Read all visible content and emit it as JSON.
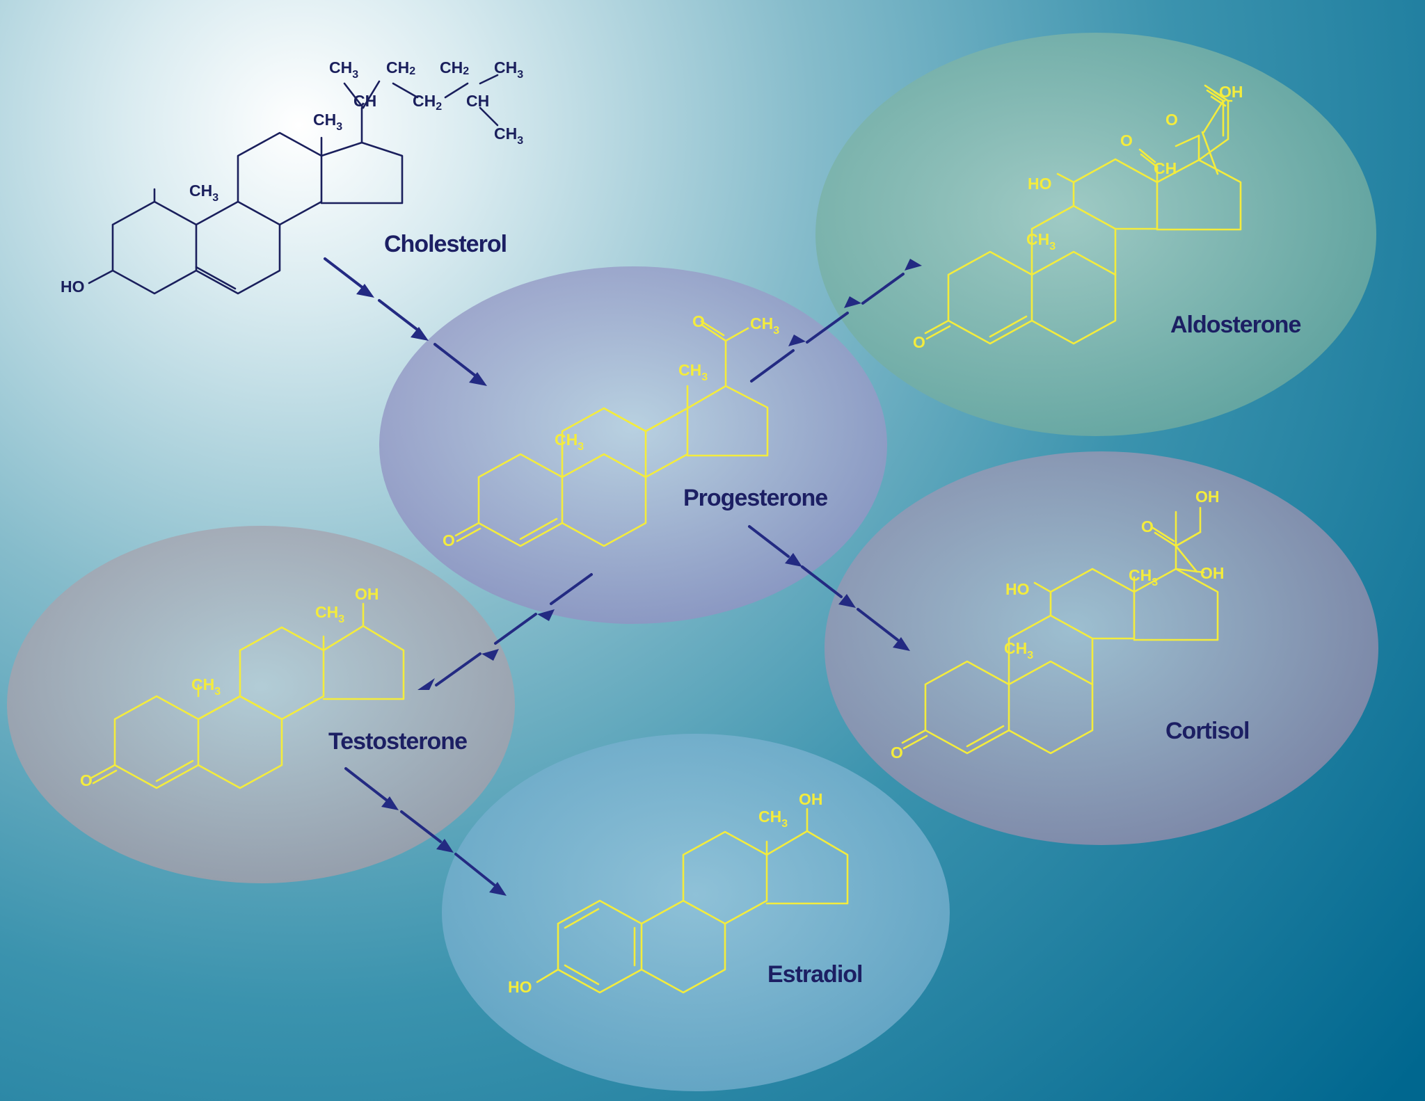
{
  "molecules": {
    "cholesterol": {
      "name": "Cholesterol"
    },
    "progesterone": {
      "name": "Progesterone"
    },
    "aldosterone": {
      "name": "Aldosterone"
    },
    "cortisol": {
      "name": "Cortisol"
    },
    "testosterone": {
      "name": "Testosterone"
    },
    "estradiol": {
      "name": "Estradiol"
    }
  },
  "atoms": {
    "ch3": "CH",
    "ch2": "CH",
    "ch": "CH",
    "sub3": "3",
    "sub2": "2",
    "ho": "HO",
    "oh": "OH",
    "o": "O"
  },
  "colors": {
    "bond_yellow": "#f4ec3c",
    "bond_navy": "#1a1f5c",
    "label": "#1c1f63",
    "arrow": "#232a82"
  }
}
